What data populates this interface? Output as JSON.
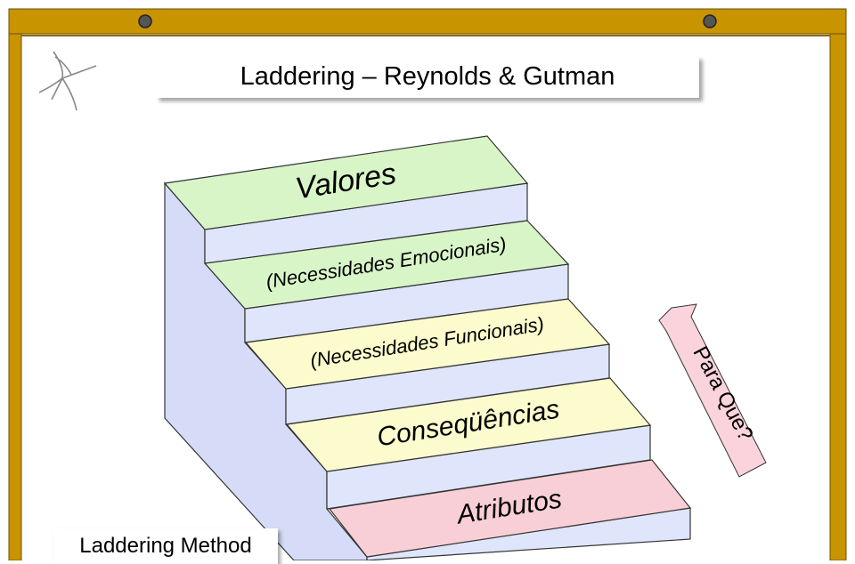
{
  "title": "Laddering – Reynolds & Gutman",
  "footer_label": "Laddering Method",
  "arrow_label": "Para Que?",
  "steps": [
    {
      "label": "Atributos",
      "color": "#f8cfd6"
    },
    {
      "label": "Conseqüências",
      "color": "#fbfbcd"
    },
    {
      "label": "(Necessidades Funcionais)",
      "color": "#fbfbcd"
    },
    {
      "label": "(Necessidades Emocionais)",
      "color": "#d8f5c8"
    },
    {
      "label": "Valores",
      "color": "#d8f5c8"
    }
  ],
  "colors": {
    "frame": "#c89400",
    "riser": "#dfe5fb",
    "side": "#d6dcf7",
    "arrow": "#fbd3dc"
  }
}
